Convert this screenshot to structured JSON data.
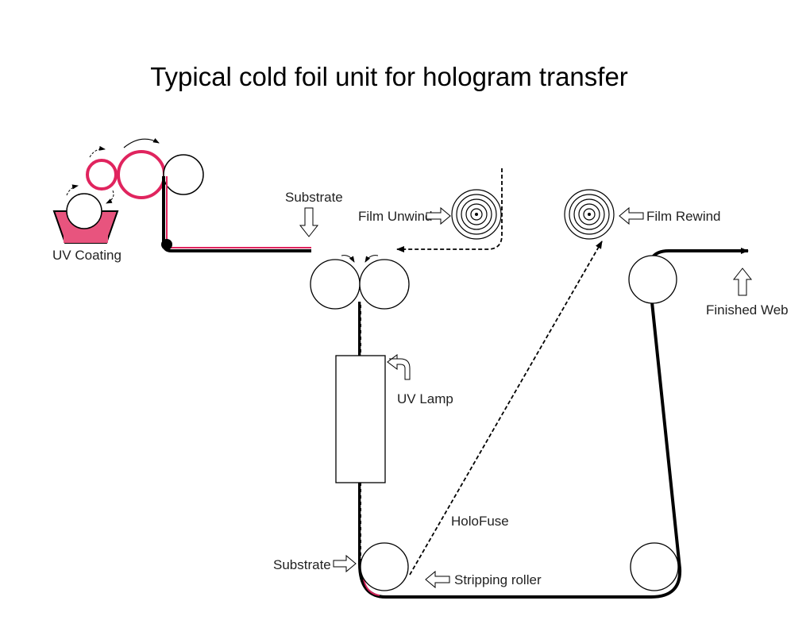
{
  "title": "Typical cold foil unit for hologram transfer",
  "labels": {
    "uv_coating": "UV Coating",
    "substrate_top": "Substrate",
    "film_unwind": "Film Unwind",
    "film_rewind": "Film Rewind",
    "finished_web": "Finished Web",
    "uv_lamp": "UV Lamp",
    "holofuse": "HoloFuse",
    "substrate_bottom": "Substrate",
    "stripping_roller": "Stripping roller"
  },
  "colors": {
    "coating": "#e0245e",
    "coating_fill": "#e8547e",
    "line": "#000000"
  }
}
